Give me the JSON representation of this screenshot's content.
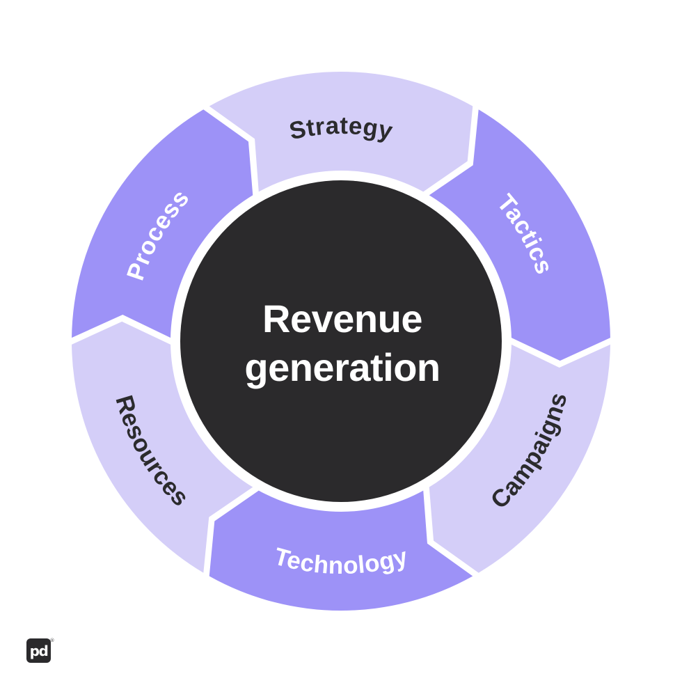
{
  "diagram": {
    "center": {
      "title_line1": "Revenue",
      "title_line2": "generation"
    },
    "segments": [
      {
        "label": "Strategy",
        "tone": "light",
        "clock_deg": 0
      },
      {
        "label": "Tactics",
        "tone": "medium",
        "clock_deg": 60
      },
      {
        "label": "Campaigns",
        "tone": "light",
        "clock_deg": 120
      },
      {
        "label": "Technology",
        "tone": "medium",
        "clock_deg": 180
      },
      {
        "label": "Resources",
        "tone": "light",
        "clock_deg": 240
      },
      {
        "label": "Process",
        "tone": "medium",
        "clock_deg": 300
      }
    ],
    "colors": {
      "light_segment": "#d4cef8",
      "medium_segment": "#9d92f7",
      "center_circle": "#2b2a2c",
      "dark_text": "#2b2b2d",
      "light_text": "#ffffff",
      "background": "#ffffff"
    }
  },
  "logo": {
    "glyph": "pd",
    "registered_mark": "®"
  }
}
